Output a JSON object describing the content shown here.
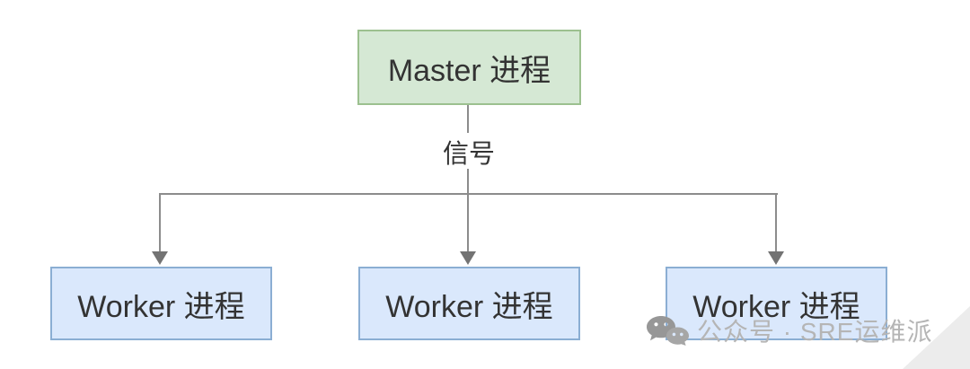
{
  "diagram": {
    "master": {
      "label": "Master 进程"
    },
    "edge_label": "信号",
    "workers": [
      {
        "label": "Worker 进程"
      },
      {
        "label": "Worker 进程"
      },
      {
        "label": "Worker 进程"
      }
    ],
    "colors": {
      "master_fill": "#d5e8d4",
      "master_border": "#9cc08f",
      "worker_fill": "#dae8fc",
      "worker_border": "#8baed3",
      "line": "#8c8c8c",
      "arrow": "#737373",
      "text": "#333333"
    }
  },
  "watermark": {
    "icon": "wechat-icon",
    "text": "公众号 · SRE运维派",
    "color": "#b5b5b5"
  }
}
